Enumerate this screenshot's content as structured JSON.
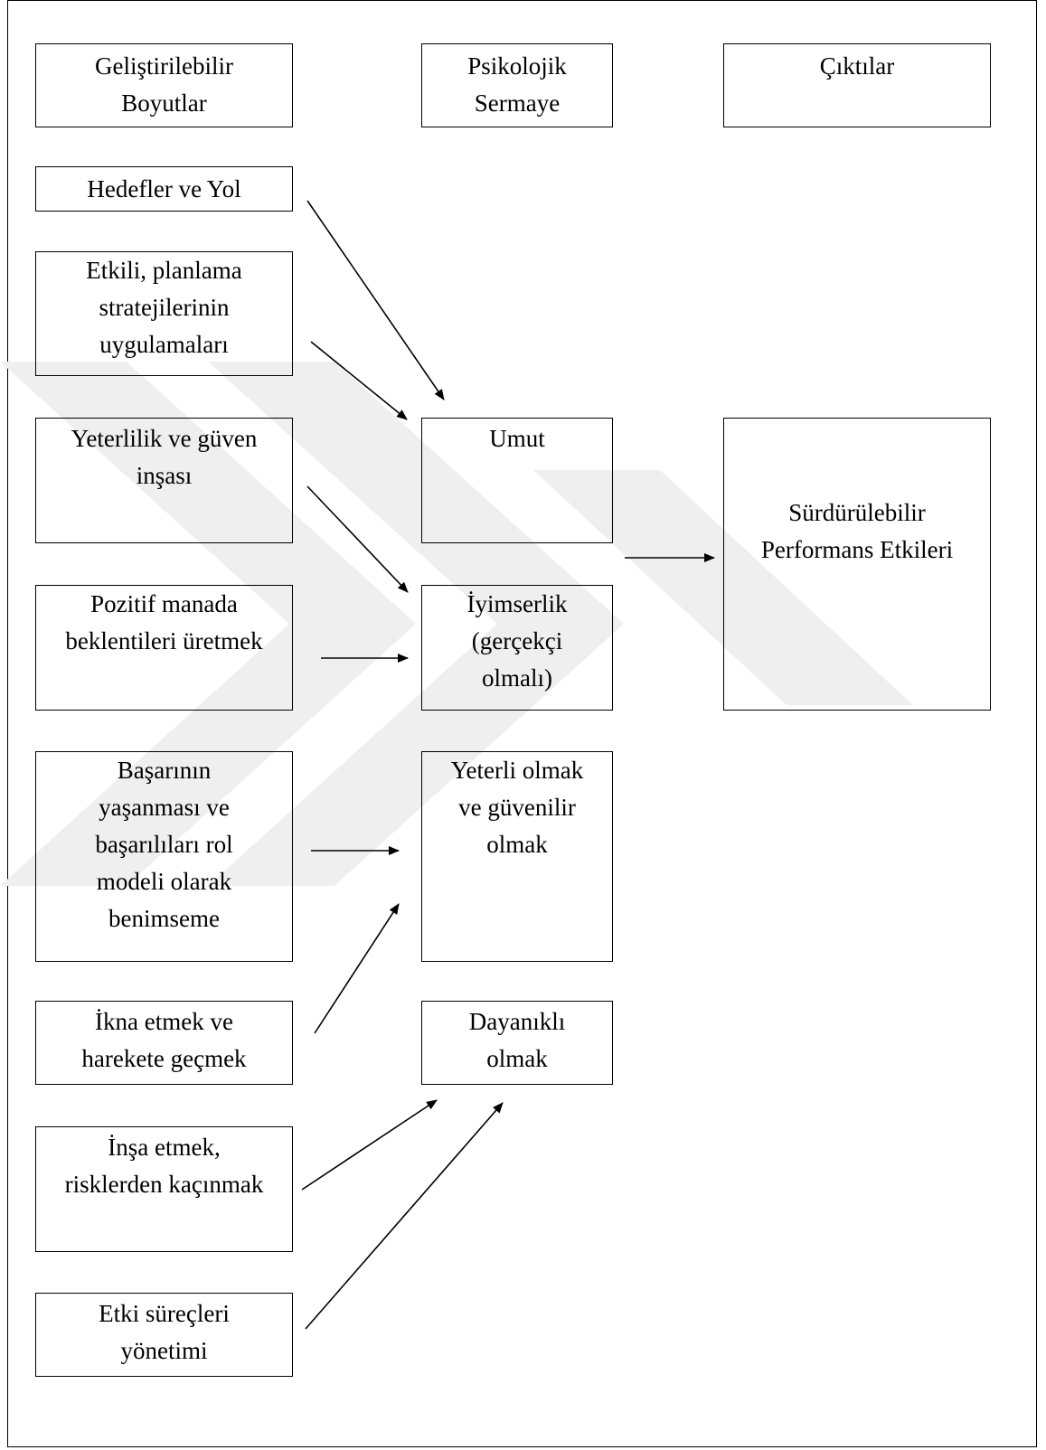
{
  "headers": {
    "col1": [
      "Geliştirilebilir",
      "Boyutlar"
    ],
    "col2": [
      "Psikolojik",
      "Sermaye"
    ],
    "col3": [
      "Çıktılar"
    ]
  },
  "dimensions": [
    [
      "Hedefler ve Yol"
    ],
    [
      "Etkili, planlama",
      "stratejilerinin",
      "uygulamaları"
    ],
    [
      "Yeterlilik ve güven",
      "inşası"
    ],
    [
      "Pozitif manada",
      "beklentileri üretmek"
    ],
    [
      "Başarının",
      "yaşanması ve",
      "başarılıları rol",
      "modeli olarak",
      "benimseme"
    ],
    [
      "İkna etmek ve",
      "harekete geçmek"
    ],
    [
      "İnşa etmek,",
      "risklerden kaçınmak"
    ],
    [
      "Etki süreçleri",
      "yönetimi"
    ]
  ],
  "capital": [
    [
      "Umut"
    ],
    [
      "İyimserlik",
      "(gerçekçi",
      "olmalı)"
    ],
    [
      "Yeterli olmak",
      "ve güvenilir",
      "olmak"
    ],
    [
      "Dayanıklı",
      "olmak"
    ]
  ],
  "outcome": [
    "Sürdürülebilir",
    "Performans Etkileri"
  ],
  "colors": {
    "line": "#000000",
    "watermark": "#ececec"
  }
}
